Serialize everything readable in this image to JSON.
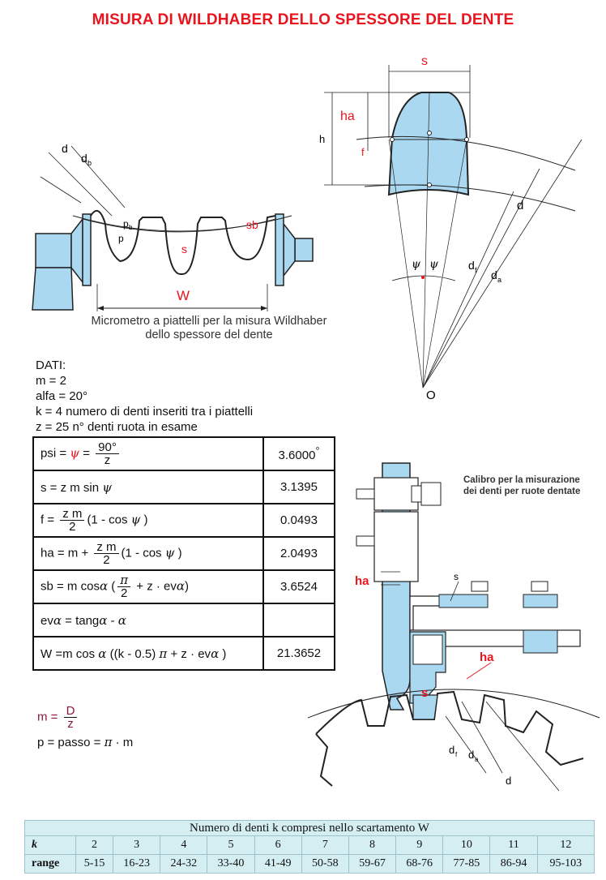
{
  "title": "MISURA DI WILDHABER DELLO SPESSORE DEL DENTE",
  "caption": [
    "Micrometro a piattelli per la misura Wildhaber",
    "dello spessore del dente"
  ],
  "micrometer_labels": {
    "d": "d",
    "db": "d",
    "db_sub": "b",
    "pb": "p",
    "pb_sub": "b",
    "p": "p",
    "s": "s",
    "sb": "sb",
    "W": "W"
  },
  "tooth_labels": {
    "s": "s",
    "ha": "ha",
    "h": "h",
    "f": "f",
    "d": "d",
    "df": "d",
    "df_sub": "f",
    "da": "d",
    "da_sub": "a",
    "psi": "ψ",
    "o": "O"
  },
  "calibro_labels": {
    "caption": [
      "Calibro per la misurazione",
      "dei denti per ruote dentate"
    ],
    "ha_top": "ha",
    "s_bar": "s",
    "ha_bottom": "ha",
    "s": "s",
    "df": "d",
    "df_sub": "f",
    "da": "d",
    "da_sub": "a",
    "d": "d"
  },
  "dati": {
    "header": "DATI:",
    "lines": [
      "m = 2",
      "alfa = 20°",
      "k = 4 numero di denti inseriti tra i piattelli",
      "z = 25 n° denti ruota in esame"
    ]
  },
  "formulas": {
    "psi": {
      "lhs": "psi = ",
      "sym": "ψ",
      "eq": " = ",
      "num": "90°",
      "den": "z",
      "value": "3.6000",
      "deg": "°"
    },
    "s": {
      "text": "s = z m sin ",
      "sym": "ψ",
      "value": "3.1395"
    },
    "f": {
      "lhs": "f = ",
      "num": "z m",
      "den": "2",
      "rhs": "(1 - cos ",
      "sym": "ψ",
      "close": " )",
      "value": "0.0493"
    },
    "ha": {
      "lhs": "ha = m + ",
      "num": "z m",
      "den": "2",
      "rhs": "(1 - cos ",
      "sym": "ψ",
      "close": " )",
      "value": "2.0493"
    },
    "sb": {
      "lhs": "sb = m cos",
      "sym": "α",
      "open": " (",
      "num": "π",
      "den": "2",
      "mid": " + z · ev",
      "sym2": "α",
      "close": ")",
      "value": "3.6524"
    },
    "ev": {
      "lhs": "ev",
      "sym": "α",
      "mid": " = tang",
      "sym2": "α",
      "dash": " - ",
      "sym3": "α",
      "value": ""
    },
    "W": {
      "lhs": "W =m cos ",
      "sym": "α",
      "open": " ((k - 0.5) ",
      "pi": "π",
      "mid": " + z · ev",
      "sym2": "α",
      "close": " )",
      "value": "21.3652"
    }
  },
  "notes": {
    "m_lhs": "m = ",
    "m_num": "D",
    "m_den": "z",
    "p_text": "p = passo = ",
    "p_pi": "π",
    "p_rest": " · m"
  },
  "range_table": {
    "header": "Numero di denti k compresi nello scartamento W",
    "k_label": "k",
    "k_values": [
      "2",
      "3",
      "4",
      "5",
      "6",
      "7",
      "8",
      "9",
      "10",
      "11",
      "12"
    ],
    "range_label": "range",
    "range_values": [
      "5-15",
      "16-23",
      "24-32",
      "33-40",
      "41-49",
      "50-58",
      "59-67",
      "68-76",
      "77-85",
      "86-94",
      "95-103"
    ]
  },
  "colors": {
    "title": "#e8141e",
    "fill": "#a9d8f0",
    "table_bg": "#d4eef2"
  }
}
